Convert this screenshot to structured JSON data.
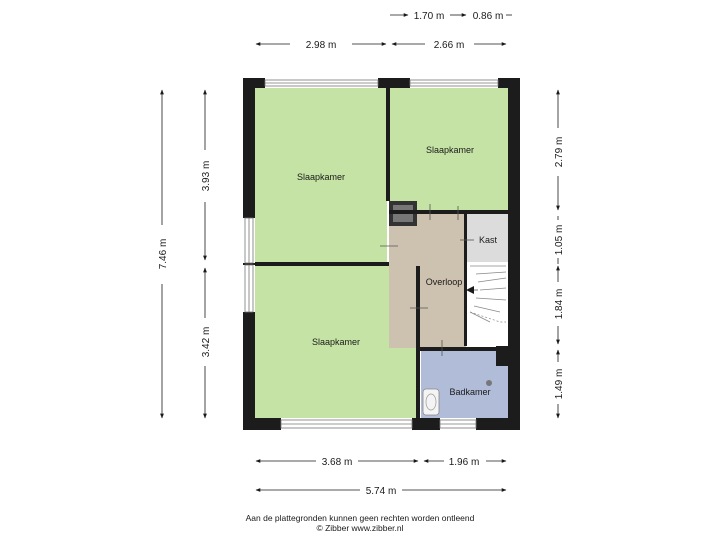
{
  "rooms": {
    "bedroom_top_left": "Slaapkamer",
    "bedroom_top_right": "Slaapkamer",
    "bedroom_bottom": "Slaapkamer",
    "landing": "Overloop",
    "closet": "Kast",
    "bathroom": "Badkamer"
  },
  "dimensions": {
    "top_row1_a": "1.70 m",
    "top_row1_b": "0.86 m",
    "top_row2_a": "2.98 m",
    "top_row2_b": "2.66 m",
    "left_total": "7.46 m",
    "left_upper": "3.93 m",
    "left_lower": "3.42 m",
    "right_a": "2.79 m",
    "right_b": "1.05 m",
    "right_c": "1.84 m",
    "right_d": "1.49 m",
    "bottom_row1_a": "3.68 m",
    "bottom_row1_b": "1.96 m",
    "bottom_total": "5.74 m"
  },
  "footer": {
    "line1": "Aan de plattegronden kunnen geen rechten worden ontleend",
    "line2": "© Zibber www.zibber.nl"
  },
  "colors": {
    "bedroom": "#c5e3a5",
    "landing": "#cdc2af",
    "closet": "#dcdcdc",
    "bathroom": "#b0bcd8",
    "wall": "#1c1c1c"
  }
}
